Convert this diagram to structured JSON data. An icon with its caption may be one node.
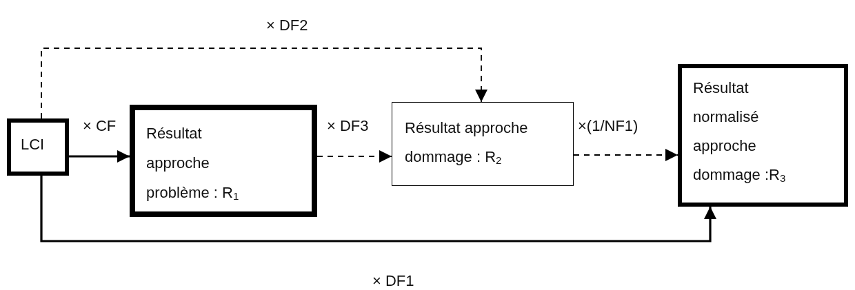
{
  "diagram": {
    "nodes": [
      {
        "text": [
          "LCI"
        ]
      },
      {
        "text": [
          "Résultat approche problème : R$_{1}$"
        ]
      },
      {
        "text": [
          "Résultat approche dommage : R$_{2}$"
        ]
      },
      {
        "text": [
          "Résultat normalisé approche dommage :R$_{3}$"
        ]
      }
    ],
    "edges": [
      {
        "from": 0,
        "to": 1,
        "arrow": "to",
        "label": "× CF"
      },
      {
        "from": 1,
        "to": 2,
        "arrow": "to",
        "label": "× DF3",
        "style": "dashed"
      },
      {
        "from": 2,
        "to": 3,
        "arrow": "to",
        "label": "×(1/NF1)",
        "style": "dashed"
      },
      {
        "from": 0,
        "to": 2,
        "arrow": "to",
        "label": "× DF2",
        "style": "dashed"
      },
      {
        "from": 0,
        "to": 3,
        "arrow": "to",
        "label": "× DF1"
      }
    ]
  }
}
